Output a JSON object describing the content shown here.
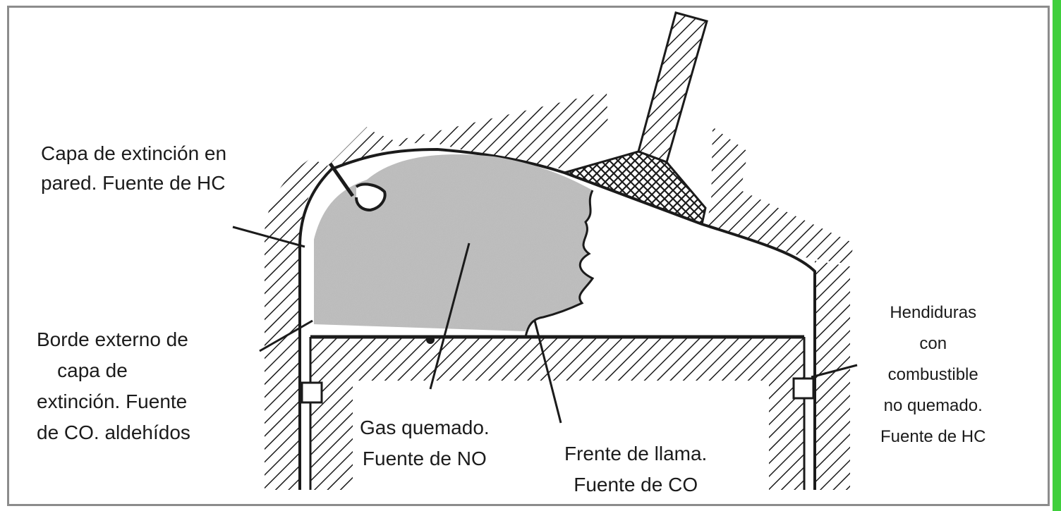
{
  "labels": {
    "capa_extincion": [
      "Capa de extinción en",
      "pared. Fuente de HC"
    ],
    "borde_externo": [
      "Borde externo de",
      "capa de",
      "extinción. Fuente",
      "de CO. aldehídos"
    ],
    "gas_quemado": [
      "Gas quemado.",
      "Fuente de NO"
    ],
    "frente_llama": [
      "Frente de llama.",
      "Fuente de CO"
    ],
    "hendiduras": [
      "Hendiduras",
      "con",
      "combustible",
      "no quemado.",
      "Fuente de HC"
    ]
  },
  "colors": {
    "frame_border": "#8c8c8c",
    "accent_bar": "#3fcf3c",
    "ink": "#1b1b1b",
    "burned_gas_fill": "#bdbdbd"
  }
}
